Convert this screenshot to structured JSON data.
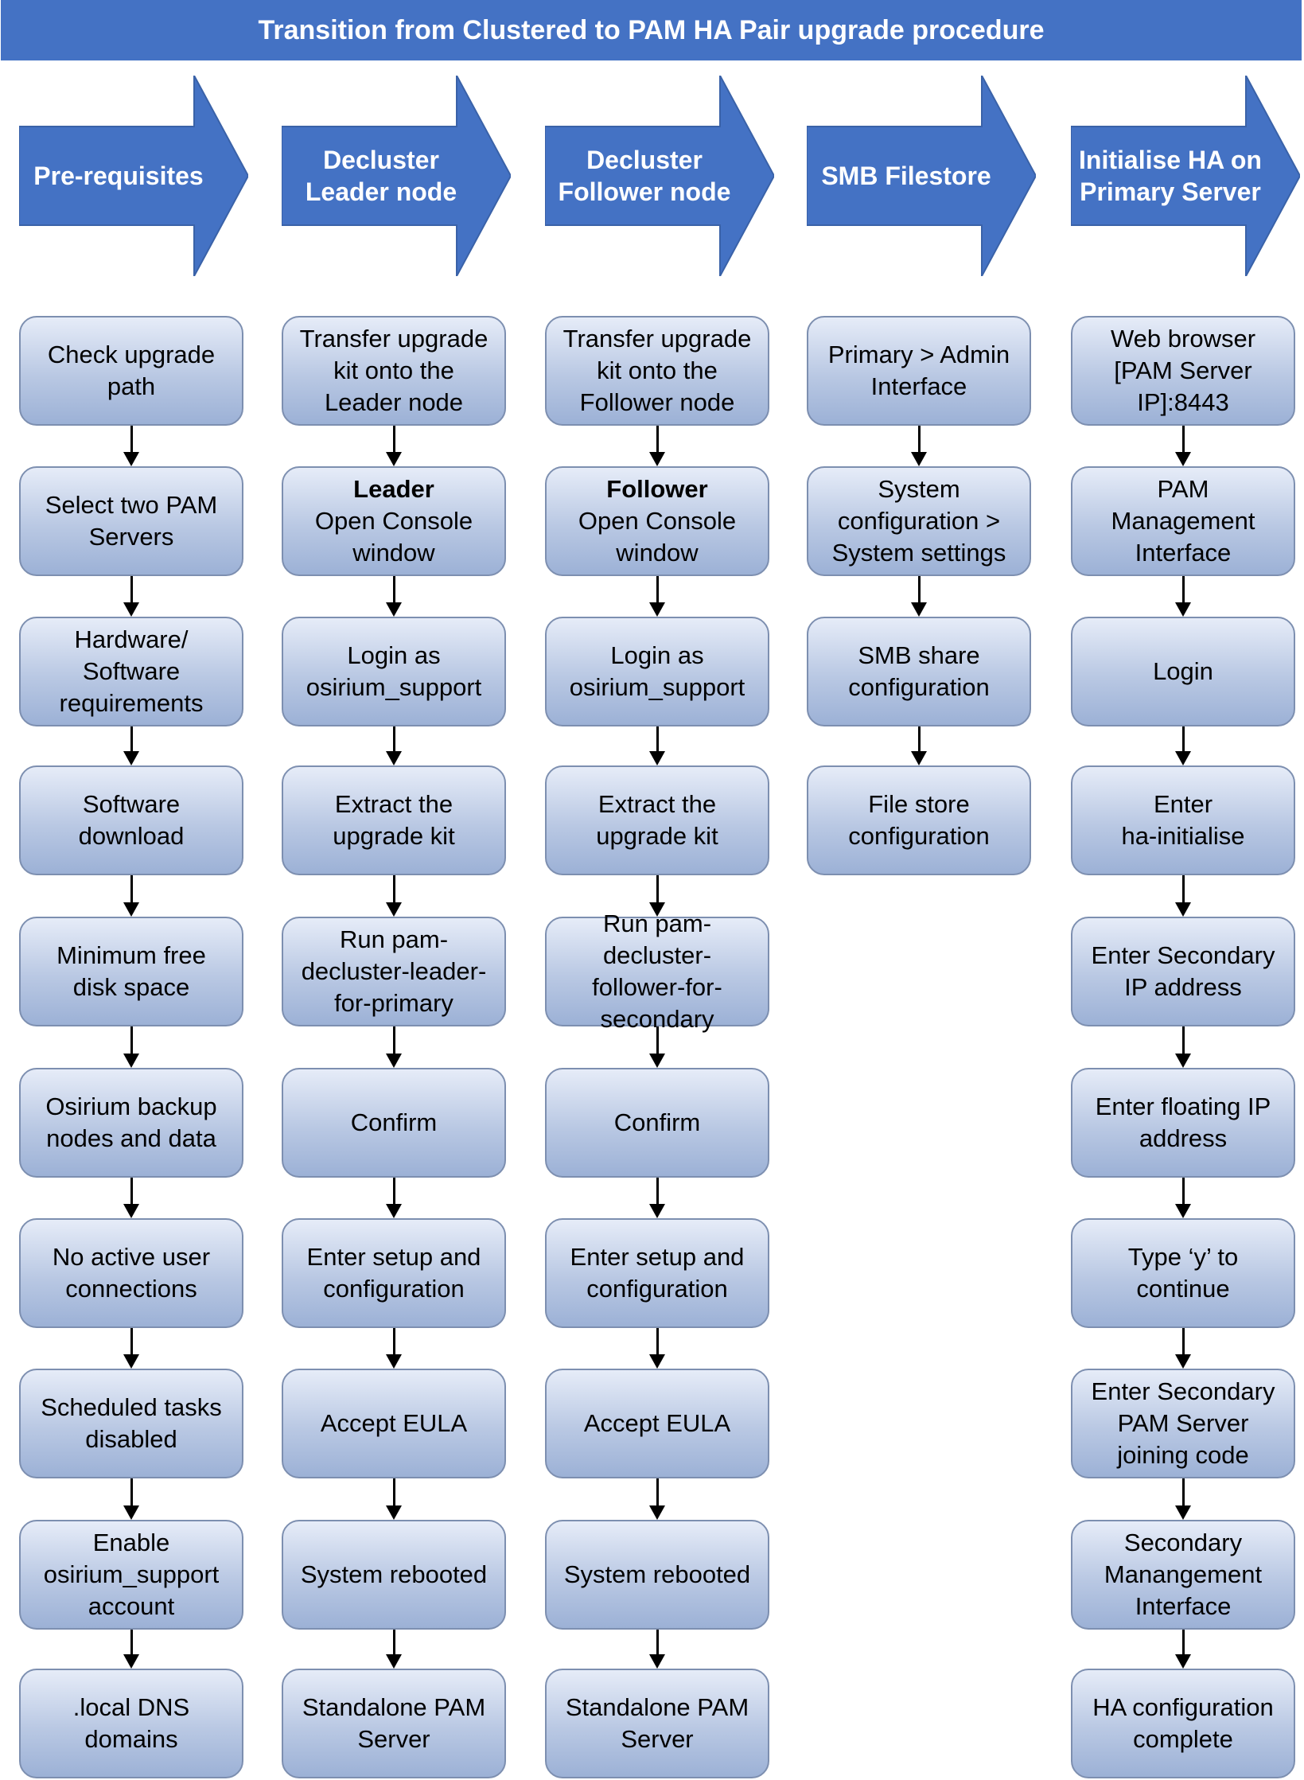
{
  "title": "Transition from Clustered to PAM HA Pair upgrade procedure",
  "colors": {
    "title_bg": "#4472c4",
    "header_arrow": "#4472c4",
    "step_border": "#7d8fb0",
    "connector": "#000000"
  },
  "columns": [
    {
      "header": "Pre-requisites",
      "steps": [
        {
          "text": "Check upgrade\npath"
        },
        {
          "text": "Select two PAM\nServers"
        },
        {
          "text": "Hardware/\nSoftware\nrequirements"
        },
        {
          "text": "Software\ndownload"
        },
        {
          "text": "Minimum free\ndisk space"
        },
        {
          "text": "Osirium backup\nnodes and data"
        },
        {
          "text": "No active user\nconnections"
        },
        {
          "text": "Scheduled tasks\ndisabled"
        },
        {
          "text": "Enable\nosirium_support\naccount"
        },
        {
          "text": ".local DNS\ndomains"
        }
      ]
    },
    {
      "header": "Decluster\nLeader node",
      "steps": [
        {
          "text": "Transfer upgrade\nkit onto the\nLeader node"
        },
        {
          "strong": "Leader",
          "text": "Open Console\nwindow"
        },
        {
          "text": "Login as\nosirium_support"
        },
        {
          "text": "Extract the\nupgrade kit"
        },
        {
          "text": "Run pam-\ndecluster-leader-\nfor-primary"
        },
        {
          "text": "Confirm"
        },
        {
          "text": "Enter setup and\nconfiguration"
        },
        {
          "text": "Accept EULA"
        },
        {
          "text": "System rebooted"
        },
        {
          "text": "Standalone PAM\nServer"
        }
      ]
    },
    {
      "header": "Decluster\nFollower node",
      "steps": [
        {
          "text": "Transfer upgrade\nkit onto the\nFollower node"
        },
        {
          "strong": "Follower",
          "text": "Open Console\nwindow"
        },
        {
          "text": "Login as\nosirium_support"
        },
        {
          "text": "Extract the\nupgrade kit"
        },
        {
          "text": "Run pam-\ndecluster-\nfollower-for-\nsecondary"
        },
        {
          "text": "Confirm"
        },
        {
          "text": "Enter setup and\nconfiguration"
        },
        {
          "text": "Accept EULA"
        },
        {
          "text": "System rebooted"
        },
        {
          "text": "Standalone PAM\nServer"
        }
      ]
    },
    {
      "header": "SMB Filestore",
      "steps": [
        {
          "text": "Primary > Admin\nInterface"
        },
        {
          "text": "System\nconfiguration >\nSystem settings"
        },
        {
          "text": "SMB share\nconfiguration"
        },
        {
          "text": "File store\nconfiguration"
        }
      ]
    },
    {
      "header": "Initialise HA on\nPrimary Server",
      "steps": [
        {
          "text": "Web browser\n[PAM Server\nIP]:8443"
        },
        {
          "text": "PAM\nManagement\nInterface"
        },
        {
          "text": "Login"
        },
        {
          "text": "Enter\nha-initialise"
        },
        {
          "text": "Enter Secondary\nIP address"
        },
        {
          "text": "Enter floating IP\naddress"
        },
        {
          "text": "Type ‘y’ to\ncontinue"
        },
        {
          "text": "Enter Secondary\nPAM Server\njoining code"
        },
        {
          "text": "Secondary\nManangement\nInterface"
        },
        {
          "text": "HA configuration\ncomplete"
        }
      ]
    }
  ]
}
